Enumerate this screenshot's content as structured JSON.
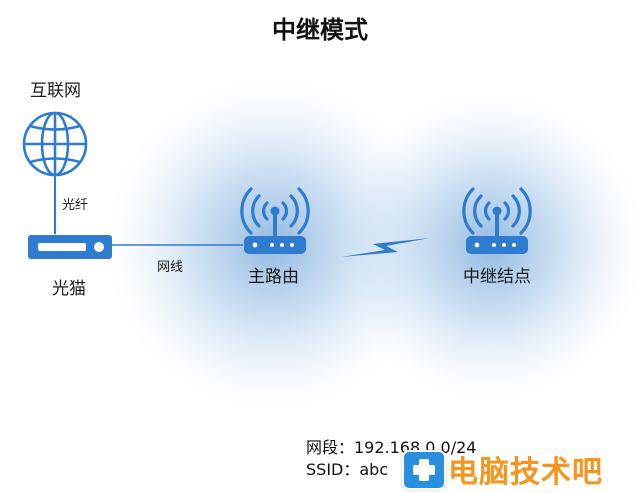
{
  "title": "中继模式",
  "nodes": {
    "internet": "互联网",
    "modem": "光猫",
    "main_router": "主路由",
    "repeater": "中继结点"
  },
  "links": {
    "fiber": "光纤",
    "cable": "网线"
  },
  "info": {
    "segment": "网段：192.168.0.0/24",
    "ssid": "SSID：abc"
  },
  "watermark": {
    "text": "电脑技术吧"
  },
  "colors": {
    "coverage": "#3b82c9",
    "icon": "#2e7bcf",
    "link": "#2e7bcf",
    "watermark": "#f7941d"
  },
  "icons": [
    "globe-icon",
    "modem-icon",
    "wifi-router-icon",
    "wireless-link-icon",
    "medical-cross-icon"
  ]
}
